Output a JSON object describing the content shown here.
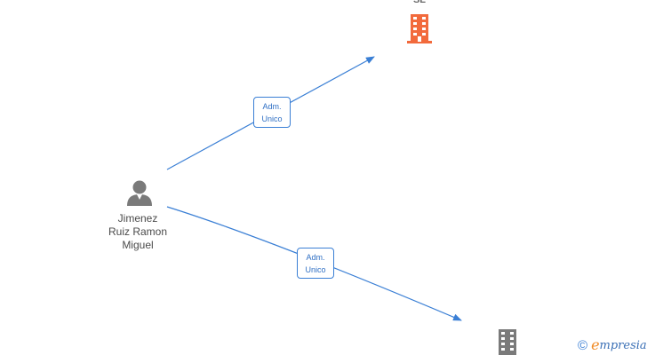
{
  "nodes": {
    "company_top": {
      "label": "SL",
      "color": "#f26a3c"
    },
    "person": {
      "name_lines": [
        "Jimenez",
        "Ruiz Ramon",
        "Miguel"
      ],
      "color": "#7a7a7a"
    },
    "company_bottom": {
      "label": "",
      "color": "#7a7a7a"
    }
  },
  "edges": [
    {
      "from": "person",
      "to": "company_top",
      "label_lines": [
        "Adm.",
        "Unico"
      ]
    },
    {
      "from": "person",
      "to": "company_bottom",
      "label_lines": [
        "Adm.",
        "Unico"
      ]
    }
  ],
  "edge_color": "#3a7fd5",
  "brand": {
    "copyright": "©",
    "initial": "e",
    "rest": "mpresia"
  }
}
